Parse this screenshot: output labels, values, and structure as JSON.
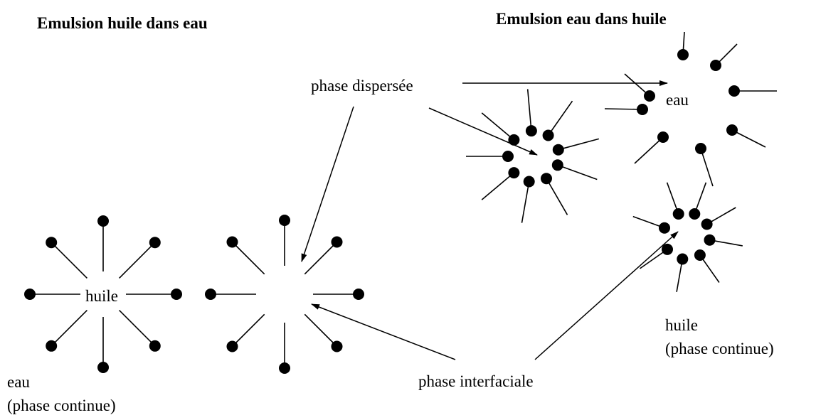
{
  "titles": {
    "oil_in_water": "Emulsion huile dans eau",
    "water_in_oil": "Emulsion eau dans huile"
  },
  "labels": {
    "dispersed_phase": "phase dispersée",
    "interfacial_phase": "phase interfaciale",
    "oil_droplet": "huile",
    "water_droplet": "eau",
    "left_continuous_medium": "eau",
    "left_continuous_note": "(phase continue)",
    "right_continuous_medium": "huile",
    "right_continuous_note": "(phase continue)"
  },
  "colors": {
    "ink": "#000000",
    "background": "#ffffff"
  }
}
